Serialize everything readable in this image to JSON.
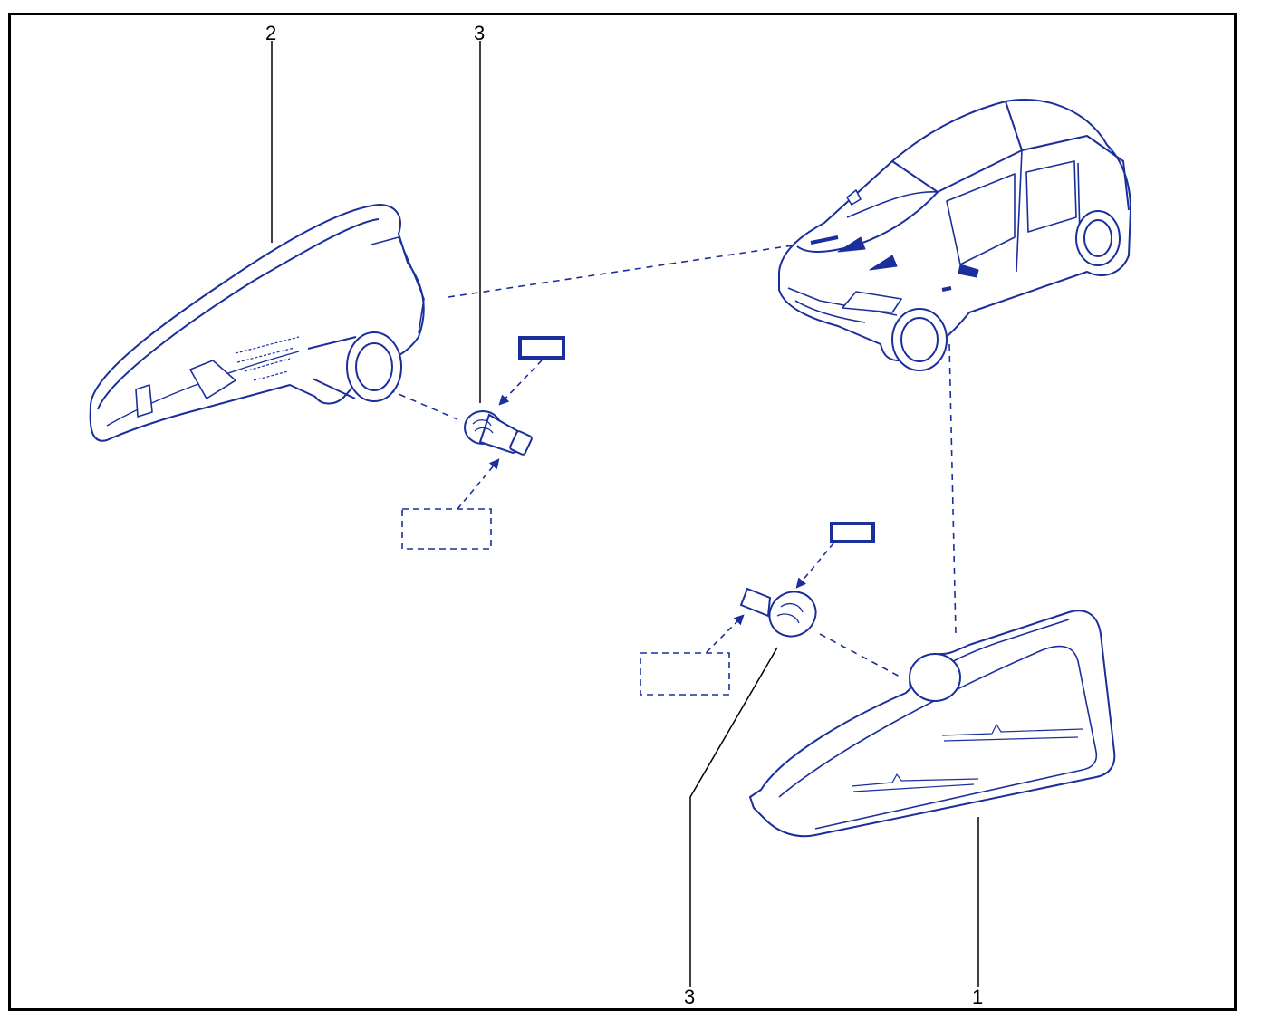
{
  "diagram": {
    "callouts": [
      {
        "id": "c2",
        "text": "2"
      },
      {
        "id": "c3top",
        "text": "3"
      },
      {
        "id": "c3bottom",
        "text": "3"
      },
      {
        "id": "c1",
        "text": "1"
      }
    ]
  },
  "colors": {
    "ink": "#1a2f9c",
    "ink_light": "#3a54c8",
    "fill_light": "#e8ecfa",
    "frame": "#000000",
    "leader": "#000000"
  }
}
